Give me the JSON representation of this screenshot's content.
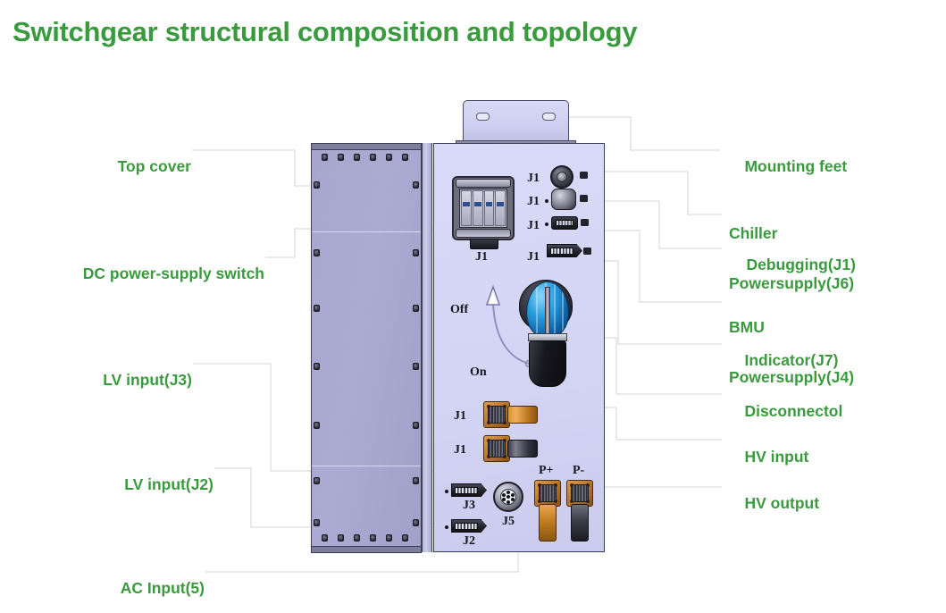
{
  "page": {
    "title": "Switchgear structural composition and topology",
    "accent_green": "#3a9a3e",
    "panel_color": "#d4d4f4",
    "cover_color": "#a6a6cf",
    "leader_color": "#d8d8d8"
  },
  "callouts": {
    "left": [
      {
        "id": "top-cover",
        "label": "Top cover"
      },
      {
        "id": "dc-power-supply-switch",
        "label": "DC power-supply switch"
      },
      {
        "id": "lv-input-j3",
        "label": "LV input(J3)"
      },
      {
        "id": "lv-input-j2",
        "label": "LV input(J2)"
      },
      {
        "id": "ac-input-5",
        "label": "AC Input(5)"
      }
    ],
    "right": [
      {
        "id": "mounting-feet",
        "label": "Mounting feet"
      },
      {
        "id": "chiller-powersupply-j6",
        "label_line1": "Chiller",
        "label_line2": "Powersupply(J6)"
      },
      {
        "id": "debugging-j1",
        "label": "Debugging(J1)"
      },
      {
        "id": "bmu-powersupply-j4",
        "label_line1": "BMU",
        "label_line2": "Powersupply(J4)"
      },
      {
        "id": "indicator-j7",
        "label": "Indicator(J7)"
      },
      {
        "id": "disconnectol",
        "label": "Disconnectol"
      },
      {
        "id": "hv-input",
        "label": "HV input"
      },
      {
        "id": "hv-output",
        "label": "HV output"
      }
    ]
  },
  "panel_markings": {
    "connector_j1_chiller": "J1",
    "connector_j1_debug": "J1",
    "connector_j1_bmu": "J1",
    "connector_j1_breaker": "J1",
    "connector_j1_indicator": "J1",
    "connector_j1_hv_in_pos": "J1",
    "connector_j1_hv_in_neg": "J1",
    "connector_j3": "J3",
    "connector_j2": "J2",
    "connector_j5": "J5",
    "terminal_p_plus": "P+",
    "terminal_p_minus": "P-",
    "switch_off": "Off",
    "switch_on": "On"
  }
}
